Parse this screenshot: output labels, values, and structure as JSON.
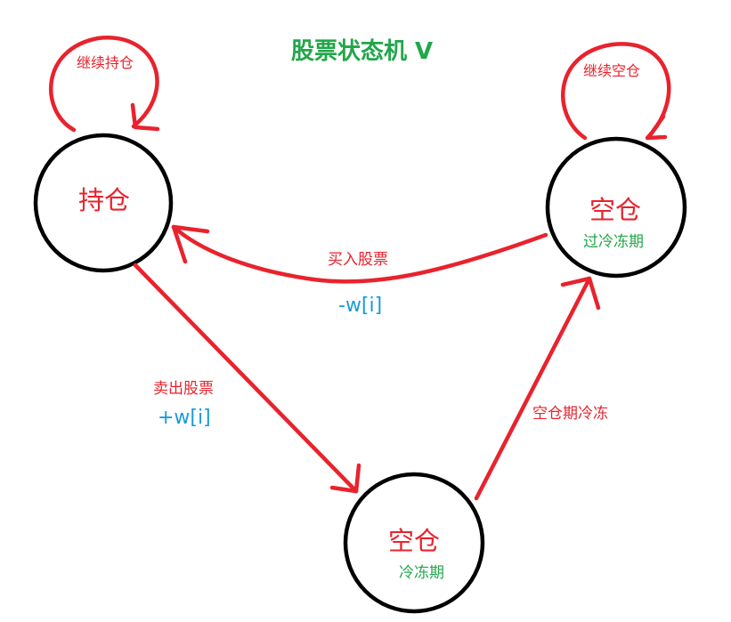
{
  "title": "股票状态机 V",
  "states": {
    "hold": {
      "name": "持仓"
    },
    "cooldown_over": {
      "name": "空仓",
      "subtitle": "过冷冻期"
    },
    "cooldown": {
      "name": "空仓",
      "subtitle": "冷冻期"
    }
  },
  "transitions": {
    "hold_self": {
      "label": "继续持仓"
    },
    "empty_self": {
      "label": "继续空仓"
    },
    "buy": {
      "label": "买入股票",
      "weight": "-w[i]"
    },
    "sell": {
      "label": "卖出股票",
      "weight": "+w[i]"
    },
    "freeze": {
      "label": "空仓期冷冻"
    }
  },
  "colors": {
    "title": "#22a64a",
    "node_stroke": "#000000",
    "arrow": "#e8232d",
    "node_text": "#e8232d",
    "subtitle_text": "#22a64a",
    "edge_text": "#e8232d",
    "weight_text": "#1a9bd7"
  }
}
